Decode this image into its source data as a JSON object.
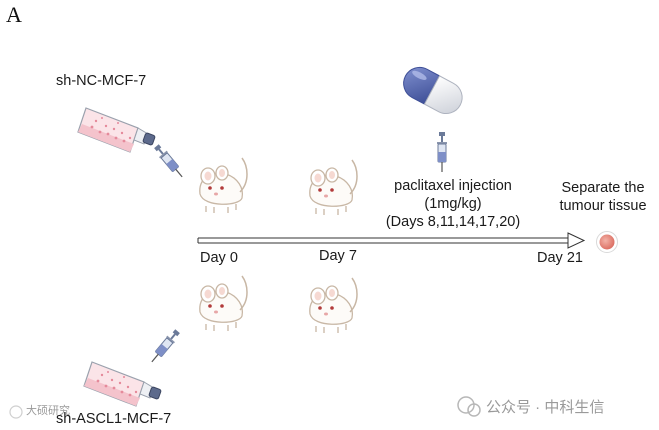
{
  "panel_label": "A",
  "groups": {
    "control": "sh-NC-MCF-7",
    "knockdown": "sh-ASCL1-MCF-7"
  },
  "treatment": {
    "drug": "paclitaxel injection",
    "dose": "(1mg/kg)",
    "schedule": "(Days 8,11,14,17,20)"
  },
  "endpoint": {
    "line1": "Separate the",
    "line2": "tumour tissue"
  },
  "timeline": {
    "day0": "Day 0",
    "day7": "Day 7",
    "day21": "Day 21"
  },
  "watermark": {
    "left": "大硕研究",
    "right": "公众号 · 中科生信"
  },
  "icons": {
    "flask": "cell-culture-flask-icon",
    "syringe": "syringe-icon",
    "mouse": "mouse-icon",
    "capsule": "capsule-icon",
    "tumour": "tumour-tissue-icon"
  },
  "colors": {
    "flask_medium": "#f4c3cc",
    "capsule_blue": "#5b6fb5",
    "tumour": "#e8867a",
    "mouse_outline": "#c8b7a5"
  }
}
